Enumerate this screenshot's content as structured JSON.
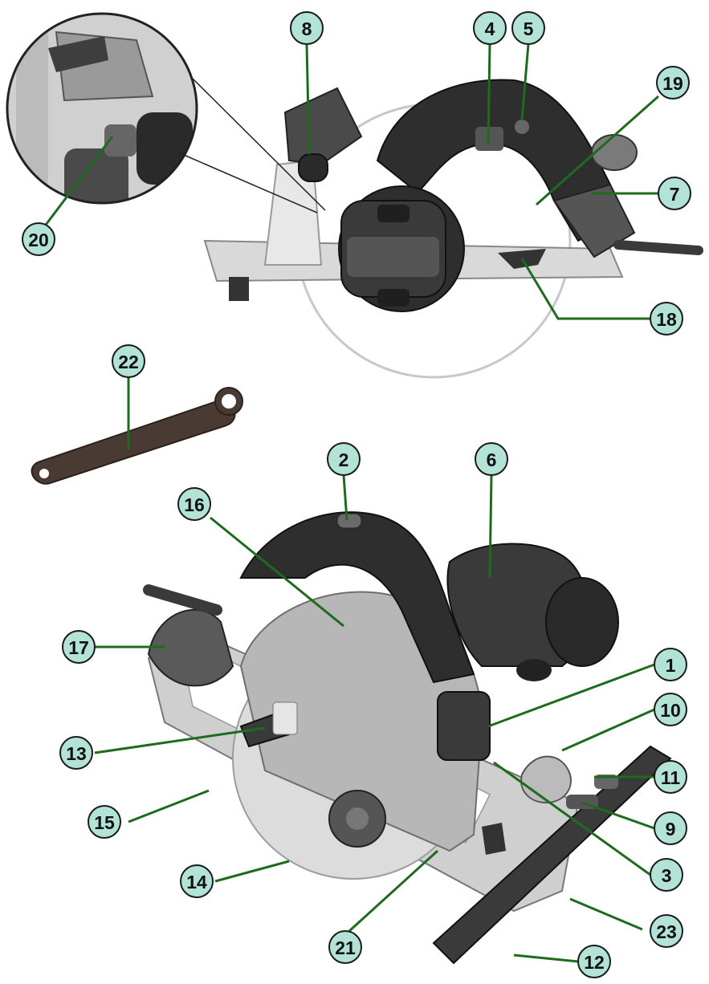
{
  "figure": {
    "colors": {
      "badge_fill": "#b3e3d6",
      "badge_stroke": "#1a1a1a",
      "leader": "#1e6b1e",
      "body_dark": "#2e2e2e",
      "body_mid": "#555555",
      "guard_light": "#bdbdbd",
      "base_plate": "#d9d9d9",
      "wrench": "#4a3a34"
    },
    "callouts": [
      {
        "id": "c1",
        "label": "1"
      },
      {
        "id": "c2",
        "label": "2"
      },
      {
        "id": "c3",
        "label": "3"
      },
      {
        "id": "c4",
        "label": "4"
      },
      {
        "id": "c5",
        "label": "5"
      },
      {
        "id": "c6",
        "label": "6"
      },
      {
        "id": "c7",
        "label": "7"
      },
      {
        "id": "c8",
        "label": "8"
      },
      {
        "id": "c9",
        "label": "9"
      },
      {
        "id": "c10",
        "label": "10"
      },
      {
        "id": "c11",
        "label": "11"
      },
      {
        "id": "c12",
        "label": "12"
      },
      {
        "id": "c13",
        "label": "13"
      },
      {
        "id": "c14",
        "label": "14"
      },
      {
        "id": "c15",
        "label": "15"
      },
      {
        "id": "c16",
        "label": "16"
      },
      {
        "id": "c17",
        "label": "17"
      },
      {
        "id": "c18",
        "label": "18"
      },
      {
        "id": "c19",
        "label": "19"
      },
      {
        "id": "c20",
        "label": "20"
      },
      {
        "id": "c21",
        "label": "21"
      },
      {
        "id": "c22",
        "label": "22"
      },
      {
        "id": "c23",
        "label": "23"
      }
    ]
  }
}
